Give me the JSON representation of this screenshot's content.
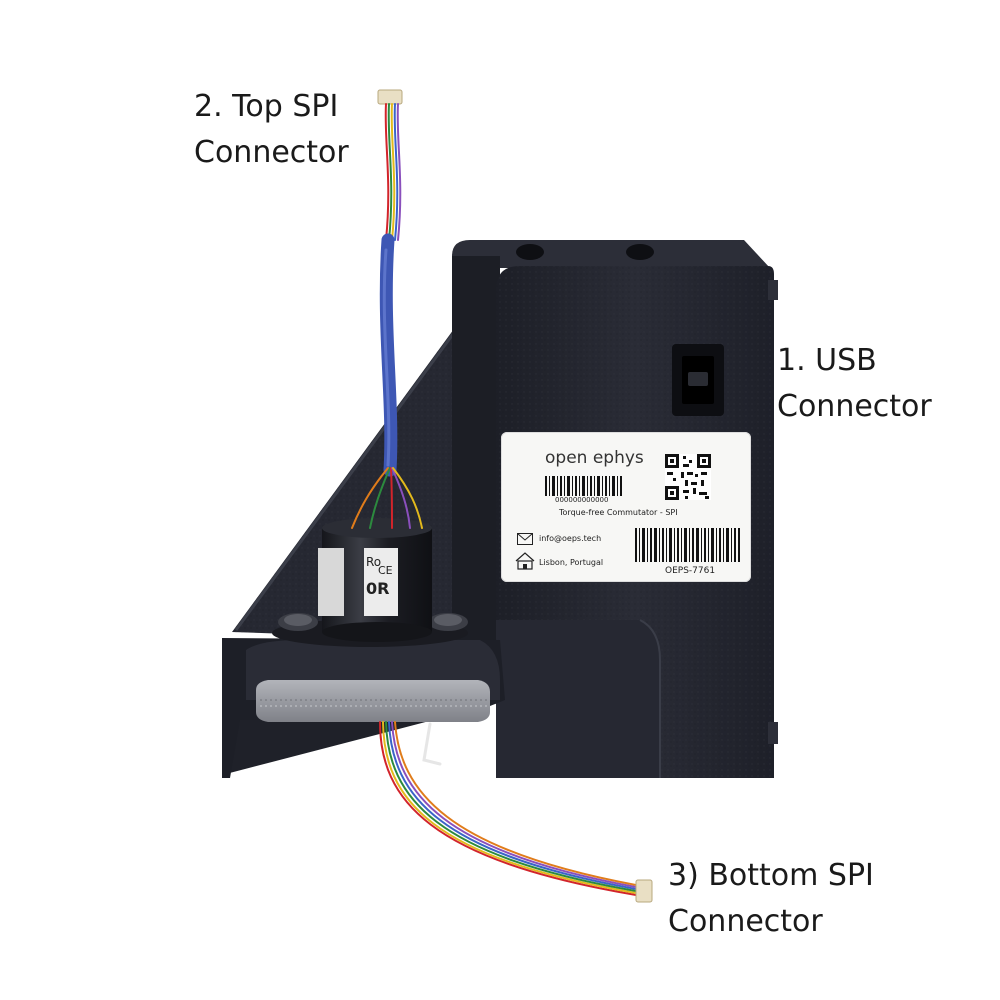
{
  "callouts": {
    "top_spi": {
      "line1": "2. Top SPI",
      "line2": "Connector"
    },
    "usb": {
      "line1": "1. USB",
      "line2": "Connector"
    },
    "bottom_spi": {
      "line1": "3) Bottom SPI",
      "line2": "Connector"
    }
  },
  "product_label": {
    "brand": "open ephys",
    "serial": "000000000000",
    "product": "Torque-free Commutator - SPI",
    "email": "info@oeps.tech",
    "location": "Lisbon, Portugal",
    "part_number": "OEPS-7761"
  },
  "slip_ring_label": {
    "brand": "Ro",
    "mark": "CE",
    "code": "0R"
  },
  "colors": {
    "housing": "#22242d",
    "housing_light": "#3a3d48",
    "cable_sleeve": "#3e57b4",
    "wheel": "#9a9ca3",
    "label_bg": "#f7f7f5"
  }
}
